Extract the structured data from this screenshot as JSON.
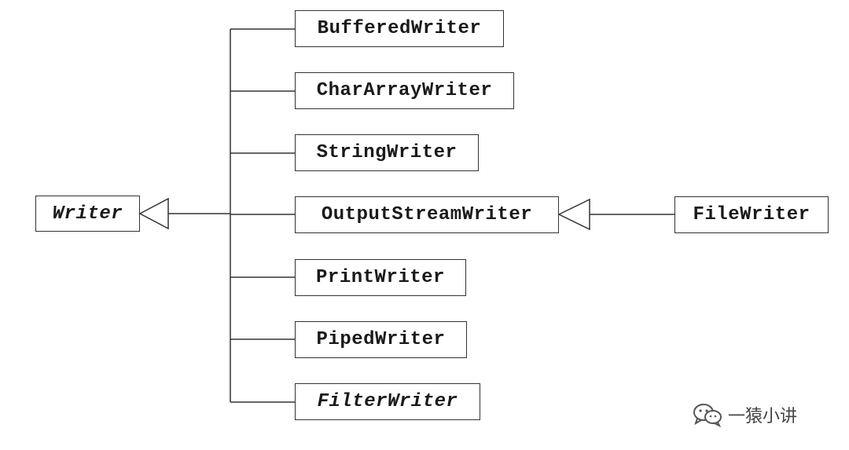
{
  "diagram": {
    "root": {
      "label": "Writer",
      "italic": true
    },
    "children": [
      {
        "label": "BufferedWriter",
        "italic": false
      },
      {
        "label": "CharArrayWriter",
        "italic": false
      },
      {
        "label": "StringWriter",
        "italic": false
      },
      {
        "label": "OutputStreamWriter",
        "italic": false
      },
      {
        "label": "PrintWriter",
        "italic": false
      },
      {
        "label": "PipedWriter",
        "italic": false
      },
      {
        "label": "FilterWriter",
        "italic": true
      }
    ],
    "grandchild": {
      "label": "FileWriter",
      "parent": "OutputStreamWriter"
    },
    "colors": {
      "line": "#333333",
      "text": "#1a1a1a"
    }
  },
  "watermark": {
    "icon": "wechat-icon",
    "text": "一猿小讲"
  }
}
